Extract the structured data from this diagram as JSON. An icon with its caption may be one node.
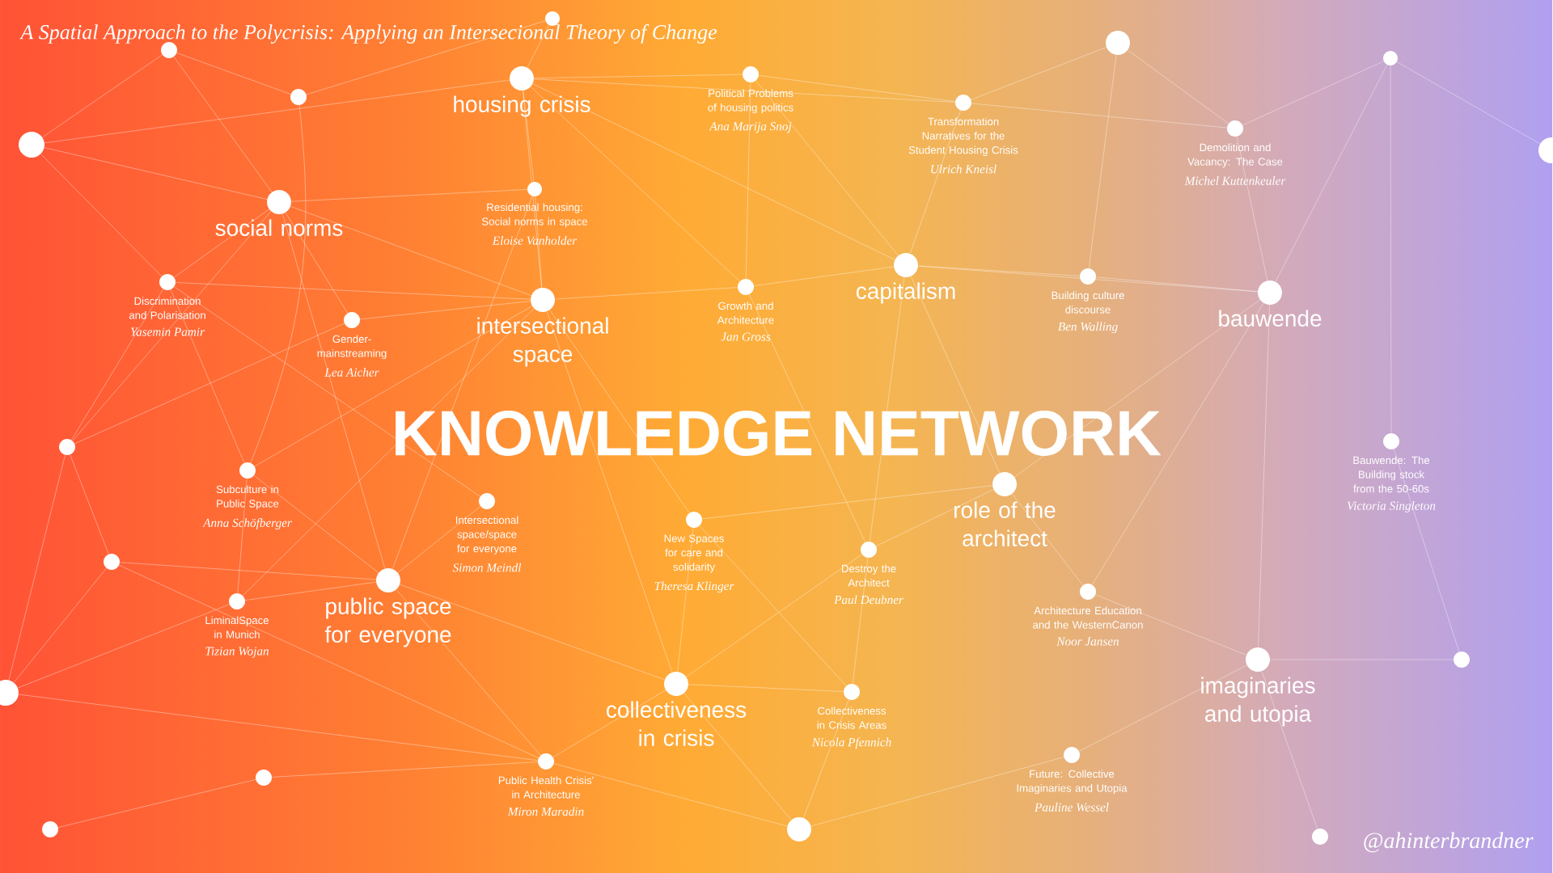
{
  "diagram": {
    "title": "A Spatial Approach to the Polycrisis: Applying an Intersecional Theory of Change",
    "nodes": [
      {
        "text": [],
        "shape": "circle"
      },
      {
        "text": [],
        "shape": "circle"
      },
      {
        "text": [
          "housing crisis"
        ]
      },
      {
        "text": [
          "Political Problems of housing politics",
          "Ana Marija Snoj"
        ]
      },
      {
        "text": [],
        "shape": "circle"
      },
      {
        "text": [],
        "shape": "circle"
      },
      {
        "text": [],
        "shape": "circle"
      },
      {
        "text": [
          "Transformation Narratives for the Student Housing Crisis",
          "Ulrich Kneisl"
        ]
      },
      {
        "text": [
          "Demolition and Vacancy: The Case",
          "Michel Kuttenkeuler"
        ]
      },
      {
        "text": [],
        "shape": "circle"
      },
      {
        "text": [],
        "shape": "circle"
      },
      {
        "text": [
          "Residential housing: Social norms in space",
          "Eloise Vanholder"
        ]
      },
      {
        "text": [
          "social norms"
        ]
      },
      {
        "text": [
          "capitalism"
        ]
      },
      {
        "text": [
          "Building culture discourse",
          "Ben Walling"
        ]
      },
      {
        "text": [
          "Discrimination and Polarisation",
          "Yasemin Pamir"
        ]
      },
      {
        "text": [
          "Growth and Architecture",
          "Jan Gross"
        ]
      },
      {
        "text": [
          "bauwende"
        ]
      },
      {
        "text": [
          "intersectional space"
        ]
      },
      {
        "text": [
          "Gender-mainstreaming",
          "Lea Aicher"
        ]
      },
      {
        "text": [
          "Bauwende: The Building stock from the 50-60s",
          "Victoria Singleton"
        ]
      },
      {
        "text": [],
        "shape": "circle"
      },
      {
        "text": [
          "Subculture in Public Space",
          "Anna Schöfberger"
        ]
      },
      {
        "text": [
          "role of the architect"
        ]
      },
      {
        "text": [
          "Intersectional space/space for everyone",
          "Simon Meindl"
        ]
      },
      {
        "text": [
          "New Spaces for care and solidarity",
          "Theresa Klinger"
        ]
      },
      {
        "text": [
          "Destroy the Architect",
          "Paul Deubner"
        ]
      },
      {
        "text": [],
        "shape": "circle"
      },
      {
        "text": [
          "public space for everyone"
        ]
      },
      {
        "text": [
          "Architecture Education and the WesternCanon",
          "Noor Jansen"
        ]
      },
      {
        "text": [
          "LiminalSpace in Munich",
          "Tizian Wojan"
        ]
      },
      {
        "text": [
          "imaginaries and utopia"
        ]
      },
      {
        "text": [],
        "shape": "circle"
      },
      {
        "text": [
          "collectiveness in crisis"
        ]
      },
      {
        "text": [
          "Collectiveness in Crisis Areas",
          "Nicola Pfennich"
        ]
      },
      {
        "text": [],
        "shape": "circle"
      },
      {
        "text": [
          "Public Health Crisis' in Architecture",
          "Miron Maradin"
        ]
      },
      {
        "text": [
          "Future: Collective Imaginaries and Utopia",
          "Pauline Wessel"
        ]
      },
      {
        "text": [],
        "shape": "circle"
      },
      {
        "text": [],
        "shape": "circle"
      },
      {
        "text": [],
        "shape": "circle"
      },
      {
        "text": [],
        "shape": "circle"
      }
    ],
    "edges": [
      {
        "from": 9,
        "to": 1,
        "arrow": "none"
      },
      {
        "from": 9,
        "to": 2,
        "arrow": "none"
      },
      {
        "from": 9,
        "to": 12,
        "arrow": "none"
      },
      {
        "from": 9,
        "to": 15,
        "arrow": "none"
      },
      {
        "from": 1,
        "to": 6,
        "arrow": "none"
      },
      {
        "from": 1,
        "to": 12,
        "arrow": "none"
      },
      {
        "from": 6,
        "to": 0,
        "arrow": "none"
      },
      {
        "from": 6,
        "to": 22,
        "arrow": "none"
      },
      {
        "from": 0,
        "to": 2,
        "arrow": "none"
      },
      {
        "from": 12,
        "to": 18,
        "arrow": "none"
      },
      {
        "from": 12,
        "to": 19,
        "arrow": "none"
      },
      {
        "from": 12,
        "to": 15,
        "arrow": "none"
      },
      {
        "from": 12,
        "to": 21,
        "arrow": "none"
      },
      {
        "from": 12,
        "to": 11,
        "arrow": "none"
      },
      {
        "from": 12,
        "to": 28,
        "arrow": "none"
      },
      {
        "from": 15,
        "to": 18,
        "arrow": "none"
      },
      {
        "from": 15,
        "to": 21,
        "arrow": "none"
      },
      {
        "from": 15,
        "to": 22,
        "arrow": "none"
      },
      {
        "from": 15,
        "to": 24,
        "arrow": "none"
      },
      {
        "from": 19,
        "to": 18,
        "arrow": "none"
      },
      {
        "from": 19,
        "to": 21,
        "arrow": "none"
      },
      {
        "from": 2,
        "to": 3,
        "arrow": "none"
      },
      {
        "from": 2,
        "to": 7,
        "arrow": "none"
      },
      {
        "from": 2,
        "to": 16,
        "arrow": "none"
      },
      {
        "from": 2,
        "to": 13,
        "arrow": "none"
      },
      {
        "from": 2,
        "to": 11,
        "arrow": "none"
      },
      {
        "from": 2,
        "to": 18,
        "arrow": "none"
      },
      {
        "from": 3,
        "to": 16,
        "arrow": "none"
      },
      {
        "from": 3,
        "to": 13,
        "arrow": "none"
      },
      {
        "from": 3,
        "to": 7,
        "arrow": "none"
      },
      {
        "from": 11,
        "to": 18,
        "arrow": "none"
      },
      {
        "from": 11,
        "to": 28,
        "arrow": "none"
      },
      {
        "from": 18,
        "to": 16,
        "arrow": "none"
      },
      {
        "from": 18,
        "to": 30,
        "arrow": "none"
      },
      {
        "from": 18,
        "to": 25,
        "arrow": "none"
      },
      {
        "from": 18,
        "to": 33,
        "arrow": "none"
      },
      {
        "from": 18,
        "to": 22,
        "arrow": "none"
      },
      {
        "from": 16,
        "to": 13,
        "arrow": "none"
      },
      {
        "from": 16,
        "to": 26,
        "arrow": "none"
      },
      {
        "from": 13,
        "to": 7,
        "arrow": "none"
      },
      {
        "from": 13,
        "to": 14,
        "arrow": "none"
      },
      {
        "from": 13,
        "to": 17,
        "arrow": "none"
      },
      {
        "from": 13,
        "to": 26,
        "arrow": "none"
      },
      {
        "from": 13,
        "to": 23,
        "arrow": "none"
      },
      {
        "from": 7,
        "to": 4,
        "arrow": "none"
      },
      {
        "from": 7,
        "to": 8,
        "arrow": "none"
      },
      {
        "from": 4,
        "to": 8,
        "arrow": "none"
      },
      {
        "from": 4,
        "to": 14,
        "arrow": "none"
      },
      {
        "from": 8,
        "to": 17,
        "arrow": "none"
      },
      {
        "from": 8,
        "to": 5,
        "arrow": "none"
      },
      {
        "from": 5,
        "to": 17,
        "arrow": "none"
      },
      {
        "from": 5,
        "to": 20,
        "arrow": "none"
      },
      {
        "from": 5,
        "to": 10,
        "arrow": "none"
      },
      {
        "from": 17,
        "to": 14,
        "arrow": "none"
      },
      {
        "from": 17,
        "to": 31,
        "arrow": "none"
      },
      {
        "from": 17,
        "to": 29,
        "arrow": "none"
      },
      {
        "from": 17,
        "to": 23,
        "arrow": "none"
      },
      {
        "from": 20,
        "to": 32,
        "arrow": "none"
      },
      {
        "from": 31,
        "to": 32,
        "arrow": "none"
      },
      {
        "from": 31,
        "to": 29,
        "arrow": "none"
      },
      {
        "from": 31,
        "to": 37,
        "arrow": "none"
      },
      {
        "from": 31,
        "to": 41,
        "arrow": "none"
      },
      {
        "from": 23,
        "to": 26,
        "arrow": "none"
      },
      {
        "from": 23,
        "to": 25,
        "arrow": "none"
      },
      {
        "from": 23,
        "to": 29,
        "arrow": "none"
      },
      {
        "from": 26,
        "to": 33,
        "arrow": "none"
      },
      {
        "from": 26,
        "to": 34,
        "arrow": "none"
      },
      {
        "from": 25,
        "to": 33,
        "arrow": "none"
      },
      {
        "from": 25,
        "to": 34,
        "arrow": "none"
      },
      {
        "from": 33,
        "to": 34,
        "arrow": "none"
      },
      {
        "from": 33,
        "to": 36,
        "arrow": "none"
      },
      {
        "from": 33,
        "to": 28,
        "arrow": "none"
      },
      {
        "from": 33,
        "to": 40,
        "arrow": "none"
      },
      {
        "from": 34,
        "to": 40,
        "arrow": "none"
      },
      {
        "from": 40,
        "to": 37,
        "arrow": "none"
      },
      {
        "from": 40,
        "to": 36,
        "arrow": "none"
      },
      {
        "from": 36,
        "to": 38,
        "arrow": "none"
      },
      {
        "from": 36,
        "to": 27,
        "arrow": "none"
      },
      {
        "from": 36,
        "to": 28,
        "arrow": "none"
      },
      {
        "from": 28,
        "to": 30,
        "arrow": "none"
      },
      {
        "from": 28,
        "to": 22,
        "arrow": "none"
      },
      {
        "from": 28,
        "to": 27,
        "arrow": "none"
      },
      {
        "from": 28,
        "to": 24,
        "arrow": "none"
      },
      {
        "from": 30,
        "to": 35,
        "arrow": "none"
      },
      {
        "from": 30,
        "to": 22,
        "arrow": "none"
      },
      {
        "from": 21,
        "to": 27,
        "arrow": "none"
      },
      {
        "from": 21,
        "to": 35,
        "arrow": "none"
      },
      {
        "from": 27,
        "to": 35,
        "arrow": "none"
      },
      {
        "from": 38,
        "to": 39,
        "arrow": "none"
      },
      {
        "from": 35,
        "to": 36,
        "arrow": "none"
      }
    ],
    "labels": [
      "KNOWLEDGE NETWORK",
      "@ahinterbrandner"
    ]
  }
}
